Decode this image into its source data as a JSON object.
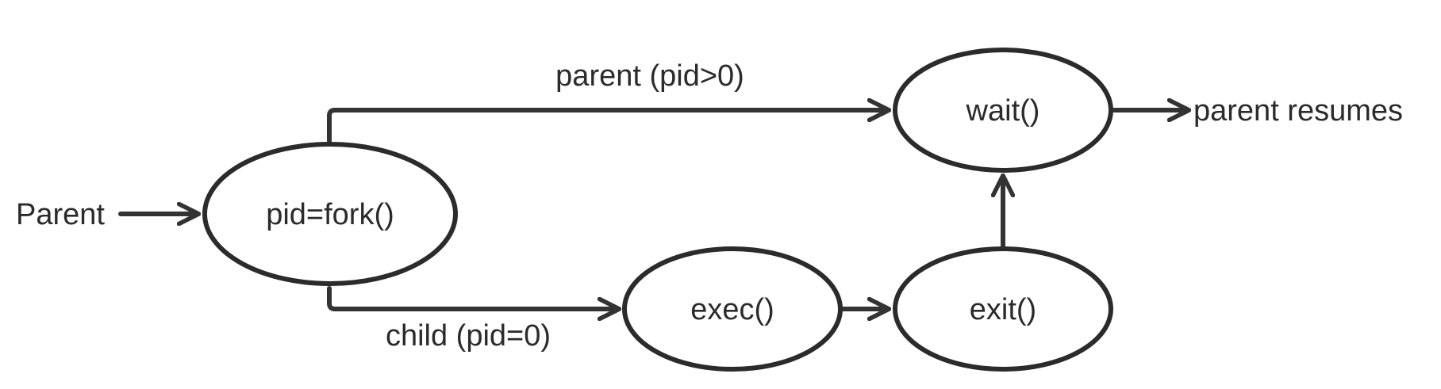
{
  "colors": {
    "stroke": "#2b2b2b",
    "text": "#2b2b2b",
    "background": "#ffffff"
  },
  "nodes": {
    "fork": "pid=fork()",
    "wait": "wait()",
    "exec": "exec()",
    "exit": "exit()"
  },
  "labels": {
    "start": "Parent",
    "end": "parent resumes",
    "parent_branch": "parent (pid>0)",
    "child_branch": "child (pid=0)"
  }
}
